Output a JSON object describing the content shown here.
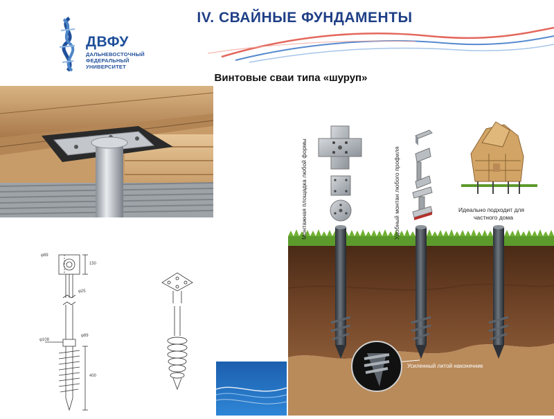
{
  "header": {
    "title": "IV. СВАЙНЫЕ ФУНДАМЕНТЫ",
    "subtitle": "Винтовые сваи типа «шуруп»"
  },
  "logo": {
    "abbr": "ДВФУ",
    "line1": "ДАЛЬНЕВОСТОЧНЫЙ",
    "line2": "ФЕДЕРАЛЬНЫЙ",
    "line3": "УНИВЕРСИТЕТ",
    "icon": "dna-helix-icon"
  },
  "infographic": {
    "platform_label": "Монтажная площадка любой формы",
    "profile_label": "Удобный монтан любого профиля",
    "house_caption_line1": "Идеально подходит для",
    "house_caption_line2": "частного дома",
    "tip_label": "Усиленный литой наконечник"
  },
  "drawing_left": {
    "dimensions": [
      "φ89",
      "150",
      "φ25",
      "φ89",
      "φ108",
      "400"
    ]
  },
  "colors": {
    "title_blue": "#1f3f86",
    "grass": "#5d9a2c",
    "soil": "#6b3d22",
    "accent_blue": "#1e66b5"
  }
}
